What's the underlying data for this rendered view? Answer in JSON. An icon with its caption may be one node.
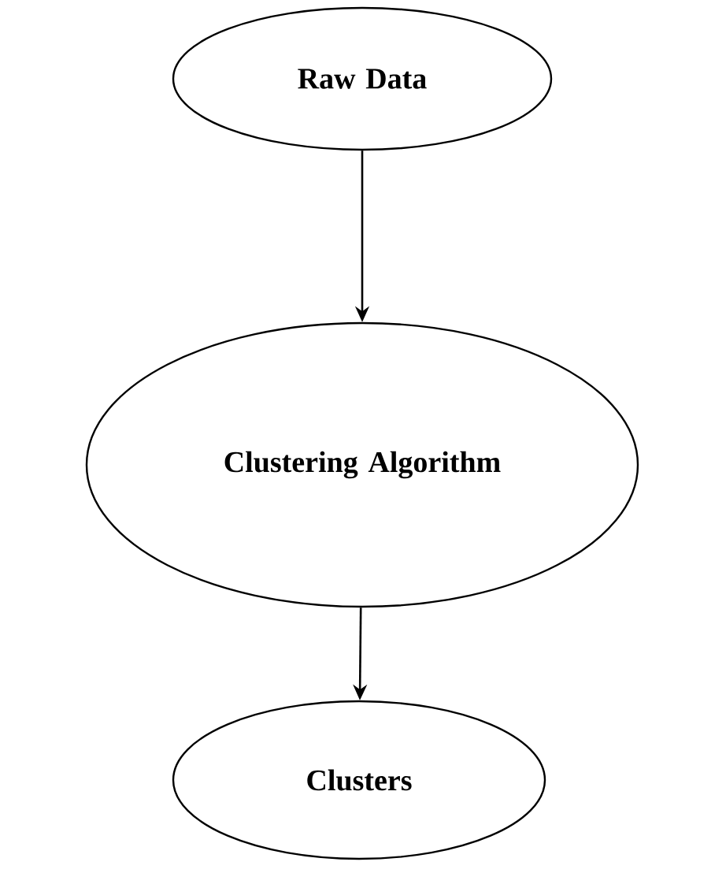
{
  "diagram": {
    "nodes": [
      {
        "text": [
          "Raw Data"
        ]
      },
      {
        "text": [
          "Clustering Algorithm"
        ]
      },
      {
        "text": [
          "Clusters"
        ]
      }
    ],
    "edges": [
      {
        "from": 0,
        "to": 1,
        "arrow": "to"
      },
      {
        "from": 1,
        "to": 2,
        "arrow": "to"
      }
    ]
  }
}
